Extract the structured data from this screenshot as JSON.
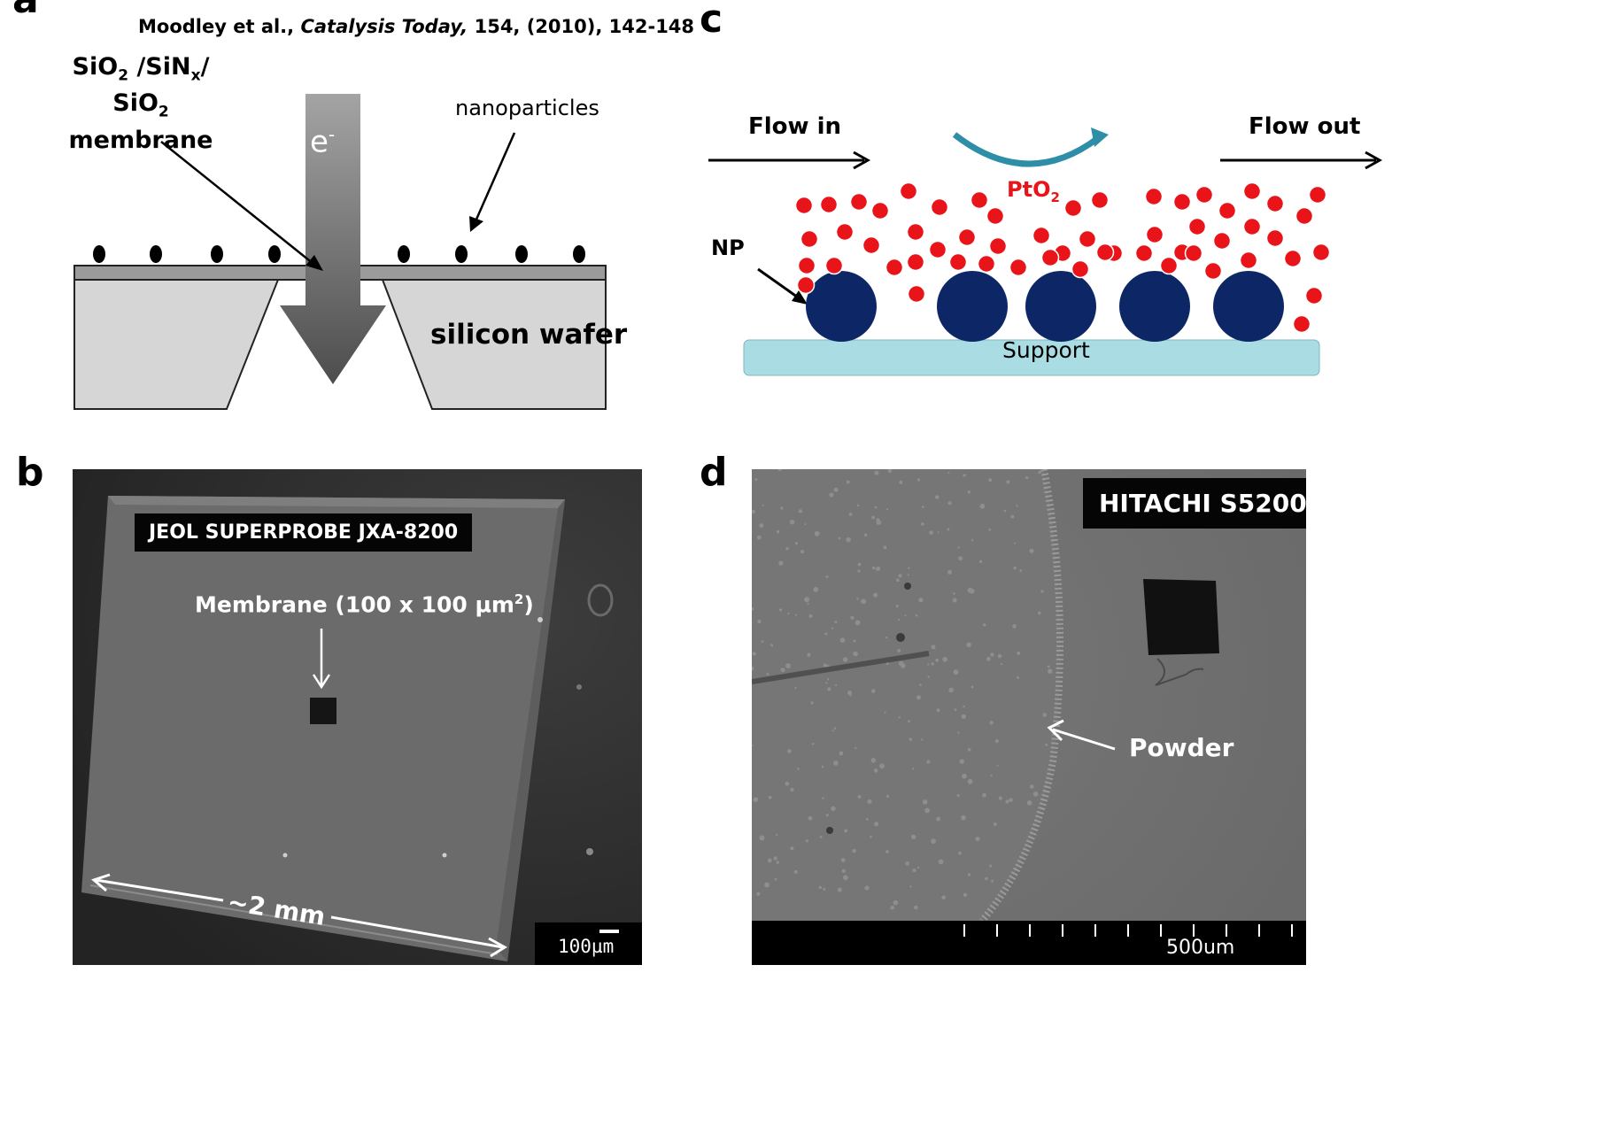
{
  "panels": {
    "a": {
      "letter": "a",
      "citation_authors": "Moodley et al., ",
      "citation_journal": "Catalysis Today,",
      "citation_rest": " 154, (2010), 142-148",
      "membrane_label_line1_parts": [
        "SiO",
        "2",
        " /SiN",
        "x",
        "/ SiO",
        "2"
      ],
      "membrane_label_line2": "membrane",
      "electron_label": "e",
      "electron_sup": "-",
      "nanoparticles_label": "nanoparticles",
      "wafer_label": "silicon wafer"
    },
    "b": {
      "letter": "b",
      "instrument": "JEOL SUPERPROBE JXA-8200",
      "membrane_label": "Membrane (100 x 100 µm",
      "membrane_sup": "2",
      "membrane_close": ")",
      "size_label": "~2 mm",
      "scale_label": "100µm"
    },
    "c": {
      "letter": "c",
      "flow_in": "Flow in",
      "flow_out": "Flow out",
      "pto2": "PtO",
      "pto2_sub": "2",
      "np_label": "NP",
      "support_label": "Support",
      "colors": {
        "particle": "#e8141a",
        "np": "#0d2766",
        "support": "#a9dde3",
        "cycle_arrow": "#2e8ea8"
      }
    },
    "d": {
      "letter": "d",
      "instrument": "HITACHI S5200",
      "powder_label": "Powder",
      "scale_label": "500um"
    }
  }
}
